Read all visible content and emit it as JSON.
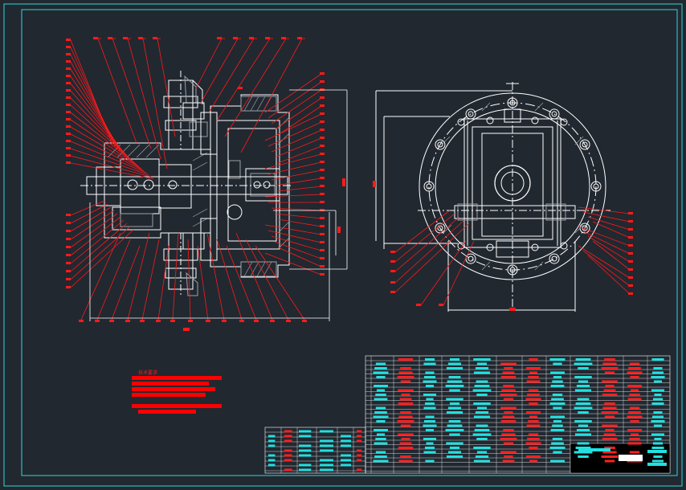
{
  "drawing": {
    "background": "#212830",
    "colors": {
      "frame": "#2fd6d6",
      "outline": "#ffffff",
      "leader": "#ff1a1a",
      "table_line": "#ffffff",
      "table_text_cyan": "#22e0e0",
      "table_text_red": "#ff2020",
      "note_fill": "#ff0000",
      "hatch": "#9aa0a6"
    },
    "views": {
      "left": "sectional-view-assembly",
      "right": "end-view-assembly"
    },
    "notes": {
      "title": "技术要求",
      "lines": [
        "",
        "",
        "",
        ""
      ]
    }
  }
}
